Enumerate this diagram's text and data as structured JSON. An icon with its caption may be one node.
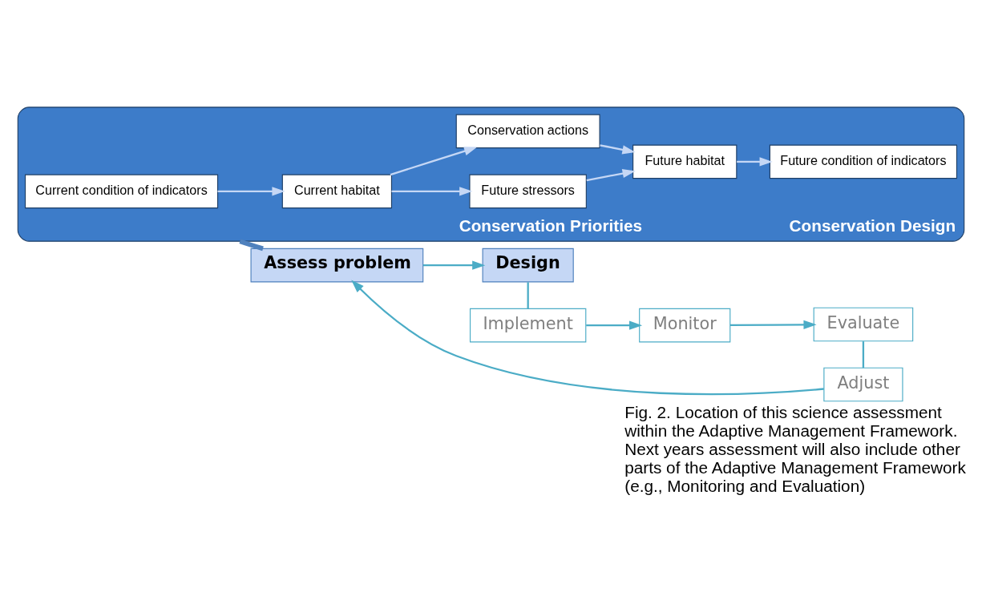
{
  "diagram": {
    "caption": "Fig. 2. Location of this science assessment within the Adaptive Management Framework. Next years assessment will also include other parts of the Adaptive Management Framework (e.g., Monitoring and Evaluation)",
    "nodes": [
      {
        "text": [
          "Conservation Priorities",
          "Conservation Design"
        ]
      },
      {
        "text": [
          "Current condition of indicators"
        ],
        "in": 0
      },
      {
        "text": [
          "Current habitat"
        ],
        "in": 0
      },
      {
        "text": [
          "Future stressors"
        ],
        "in": 0
      },
      {
        "text": [
          "Conservation actions"
        ],
        "in": 0
      },
      {
        "text": [
          "Future habitat"
        ],
        "in": 0
      },
      {
        "text": [
          "Future condition of indicators"
        ],
        "in": 0
      },
      {
        "text": [
          "Assess problem"
        ]
      },
      {
        "text": [
          "Design"
        ]
      },
      {
        "text": [
          "Implement"
        ]
      },
      {
        "text": [
          "Monitor"
        ]
      },
      {
        "text": [
          "Evaluate"
        ]
      },
      {
        "text": [
          "Adjust"
        ]
      }
    ],
    "edges": [
      {
        "from": 1,
        "to": 2,
        "arrow": "to"
      },
      {
        "from": 2,
        "to": 3,
        "arrow": "to"
      },
      {
        "from": 2,
        "to": 4,
        "arrow": "to"
      },
      {
        "from": 3,
        "to": 5,
        "arrow": "to"
      },
      {
        "from": 4,
        "to": 5,
        "arrow": "to"
      },
      {
        "from": 5,
        "to": 6,
        "arrow": "to"
      },
      {
        "from": 0,
        "to": 7,
        "arrow": "none",
        "style": "thick",
        "color": "#4f81bd"
      },
      {
        "from": 7,
        "to": 8,
        "arrow": "to",
        "color": "#4bacc6"
      },
      {
        "from": 8,
        "to": 9,
        "arrow": "none",
        "color": "#4bacc6"
      },
      {
        "from": 9,
        "to": 10,
        "arrow": "to",
        "color": "#4bacc6"
      },
      {
        "from": 10,
        "to": 11,
        "arrow": "to",
        "color": "#4bacc6"
      },
      {
        "from": 11,
        "to": 12,
        "arrow": "none",
        "color": "#4bacc6"
      },
      {
        "from": 12,
        "to": 7,
        "arrow": "to",
        "color": "#4bacc6"
      }
    ]
  }
}
